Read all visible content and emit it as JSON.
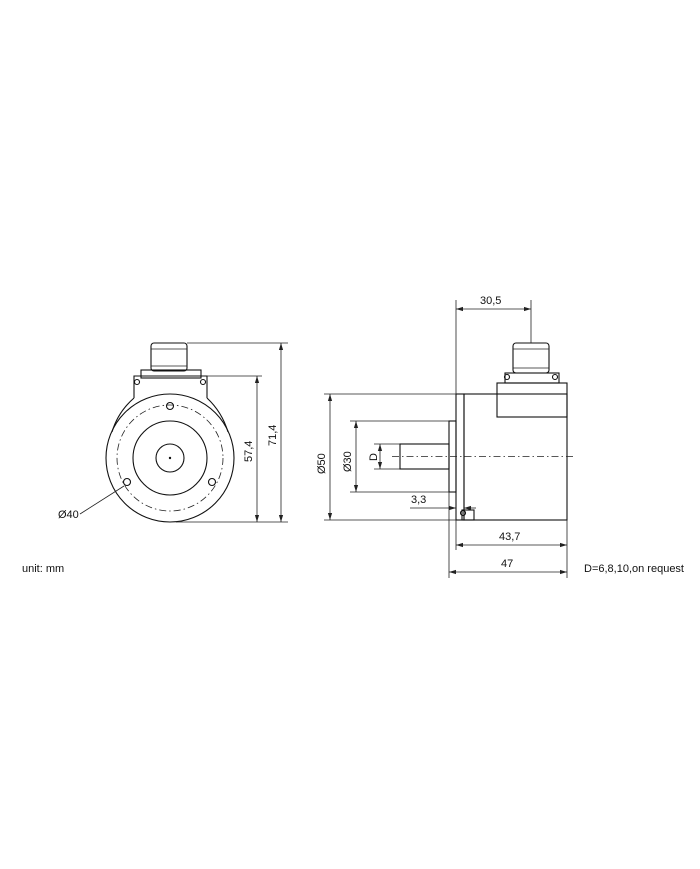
{
  "drawing": {
    "unit_note": "unit: mm",
    "shaft_note": "D=6,8,10,on request",
    "dimensions": {
      "hole_circle": "Ø40",
      "height_flange": "57,4",
      "height_total": "71,4",
      "diameter_flange": "Ø50",
      "diameter_spigot": "Ø30",
      "shaft_diameter": "D",
      "connector_offset": "30,5",
      "flange_thickness": "3,3",
      "body_length": "43,7",
      "total_length": "47"
    }
  }
}
